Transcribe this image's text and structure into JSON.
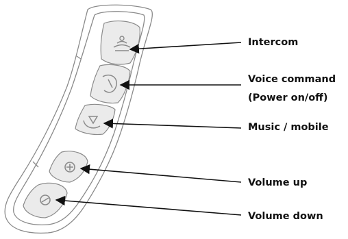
{
  "colors": {
    "outline": "#8a8a8a",
    "button_fill": "#ebebeb",
    "arrow": "#111111",
    "text": "#111111"
  },
  "device": {
    "buttons": [
      {
        "id": "intercom",
        "icon": "intercom-icon"
      },
      {
        "id": "voice",
        "icon": "voice-command-icon"
      },
      {
        "id": "music",
        "icon": "music-mobile-icon"
      },
      {
        "id": "vol-up",
        "icon": "plus-icon"
      },
      {
        "id": "vol-down",
        "icon": "minus-icon"
      }
    ]
  },
  "callouts": [
    {
      "id": "intercom",
      "lines": [
        "Intercom"
      ]
    },
    {
      "id": "voice",
      "lines": [
        "Voice command",
        "(Power on/off)"
      ]
    },
    {
      "id": "music",
      "lines": [
        "Music / mobile"
      ]
    },
    {
      "id": "vol-up",
      "lines": [
        "Volume up"
      ]
    },
    {
      "id": "vol-down",
      "lines": [
        "Volume down"
      ]
    }
  ]
}
